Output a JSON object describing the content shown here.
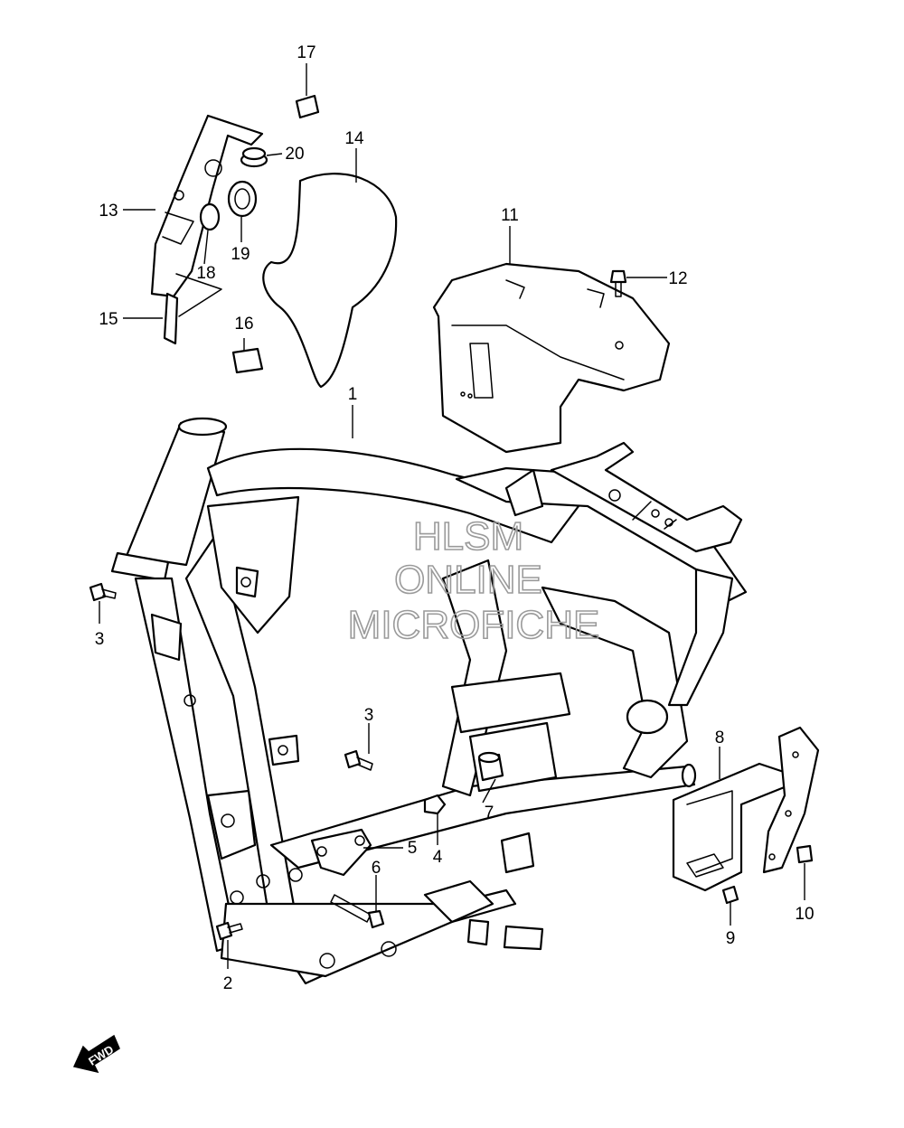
{
  "watermark": {
    "line1": "HLSM",
    "line2": "ONLINE",
    "line3": "MICROFICHE"
  },
  "direction_badge": "FWD",
  "callouts": [
    {
      "id": "c1",
      "label": "1"
    },
    {
      "id": "c2",
      "label": "2"
    },
    {
      "id": "c3a",
      "label": "3"
    },
    {
      "id": "c3b",
      "label": "3"
    },
    {
      "id": "c4",
      "label": "4"
    },
    {
      "id": "c5",
      "label": "5"
    },
    {
      "id": "c6",
      "label": "6"
    },
    {
      "id": "c7",
      "label": "7"
    },
    {
      "id": "c8",
      "label": "8"
    },
    {
      "id": "c9",
      "label": "9"
    },
    {
      "id": "c10",
      "label": "10"
    },
    {
      "id": "c11",
      "label": "11"
    },
    {
      "id": "c12",
      "label": "12"
    },
    {
      "id": "c13",
      "label": "13"
    },
    {
      "id": "c14",
      "label": "14"
    },
    {
      "id": "c15",
      "label": "15"
    },
    {
      "id": "c16",
      "label": "16"
    },
    {
      "id": "c17",
      "label": "17"
    },
    {
      "id": "c18",
      "label": "18"
    },
    {
      "id": "c19",
      "label": "19"
    },
    {
      "id": "c20",
      "label": "20"
    }
  ]
}
